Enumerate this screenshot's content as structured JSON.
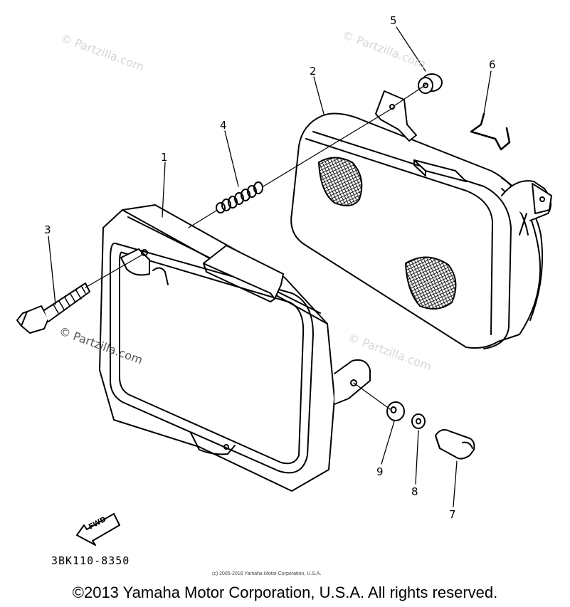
{
  "watermarks": [
    "© Partzilla.com",
    "© Partzilla.com",
    "© Partzilla.com",
    "© Partzilla.com"
  ],
  "callouts": [
    "1",
    "2",
    "3",
    "4",
    "5",
    "6",
    "7",
    "8",
    "9"
  ],
  "fwd_label": "FWD",
  "part_code": "3BK110-8350",
  "small_copyright": "(c) 2005-2016 Yamaha Motor Corporation, U.S.A.",
  "footer_copyright": "©2013 Yamaha Motor Corporation, U.S.A. All rights reserved."
}
